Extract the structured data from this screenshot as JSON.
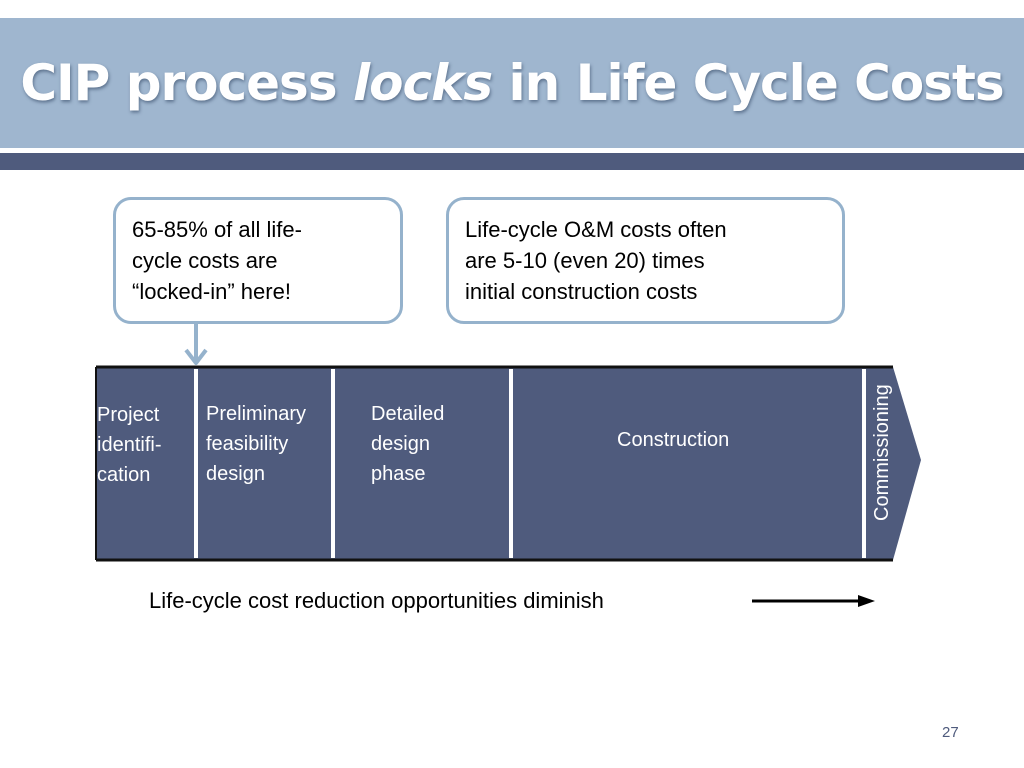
{
  "slide": {
    "title_before": "CIP process ",
    "title_emphasis": "locks",
    "title_after": " in Life Cycle Costs",
    "page_number": "27"
  },
  "callouts": {
    "left": {
      "lines": [
        "65-85% of all life-",
        "cycle costs are",
        "“locked-in” here!"
      ]
    },
    "right": {
      "lines": [
        "Life-cycle O&M costs often",
        "are 5-10 (even 20) times",
        "initial construction costs"
      ]
    }
  },
  "phases": {
    "project": [
      "Project",
      "identifi-",
      "cation"
    ],
    "preliminary": [
      "Preliminary",
      "feasibility",
      "design"
    ],
    "detailed": [
      "Detailed",
      "design",
      "phase"
    ],
    "construction": "Construction",
    "commissioning": "Commissioning"
  },
  "bottom_caption": "Life-cycle cost reduction opportunities diminish",
  "colors": {
    "title_band": "#9fb6cf",
    "bar_fill": "#4f5b7d",
    "callout_border": "#95b2cc",
    "divider": "#ffffff"
  }
}
